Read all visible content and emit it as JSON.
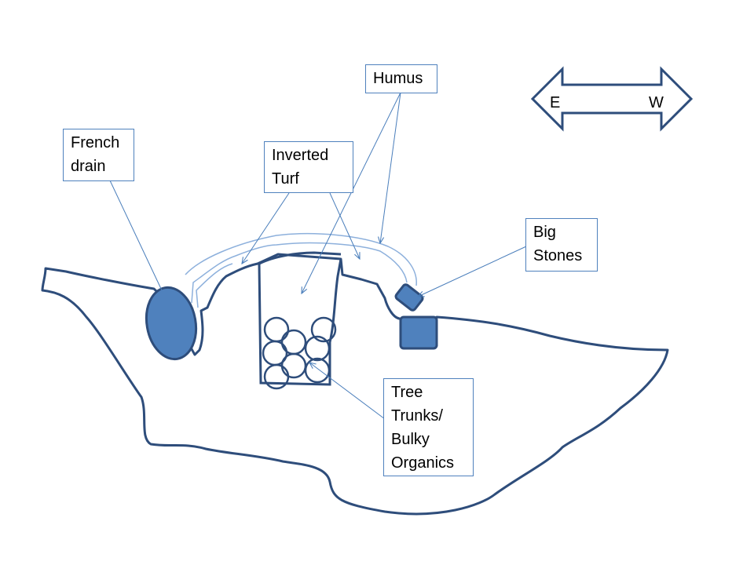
{
  "labels": {
    "french_drain": [
      "French",
      "drain"
    ],
    "inverted_turf": [
      "Inverted",
      "Turf"
    ],
    "humus": [
      "Humus"
    ],
    "big_stones": [
      "Big",
      "Stones"
    ],
    "tree_trunks": [
      "Tree",
      "Trunks/",
      "Bulky",
      "Organics"
    ]
  },
  "direction": {
    "left": "E",
    "right": "W"
  },
  "colors": {
    "outline": "#2e4d7b",
    "fill": "#4f81bd",
    "thin_line": "#4a7ebb",
    "pale_line": "#8db0dc"
  }
}
